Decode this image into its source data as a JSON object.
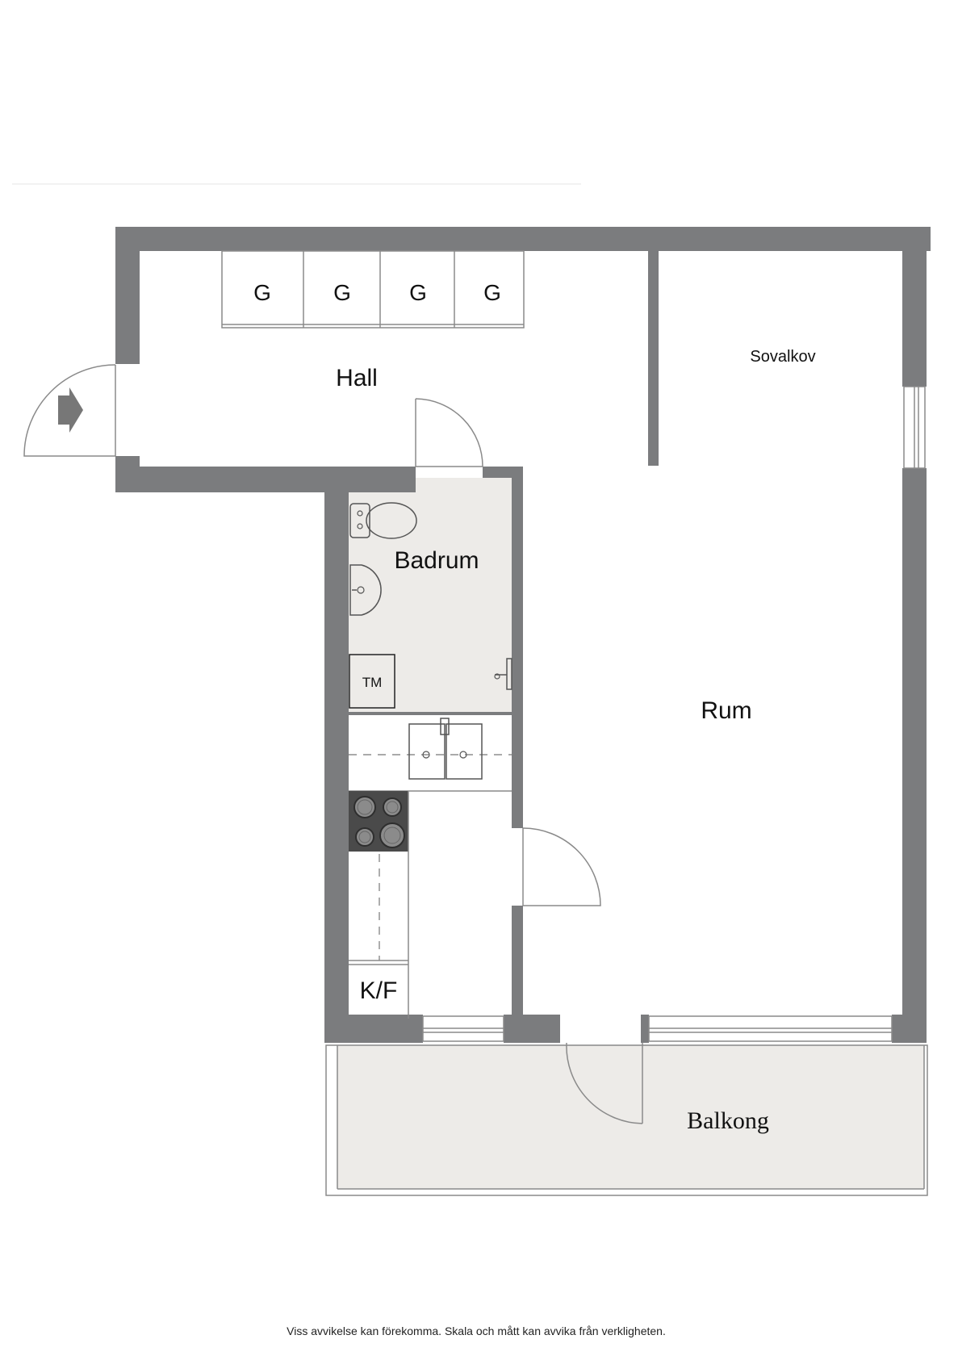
{
  "rooms": {
    "hall": "Hall",
    "sovalkov": "Sovalkov",
    "badrum": "Badrum",
    "rum": "Rum",
    "balkong": "Balkong"
  },
  "fixtures": {
    "wardrobes": [
      "G",
      "G",
      "G",
      "G"
    ],
    "washing_machine": "TM",
    "fridge_freezer": "K/F"
  },
  "footer": {
    "disclaimer": "Viss avvikelse kan förekomma. Skala och mått kan avvika från verkligheten."
  },
  "colors": {
    "wall": "#7b7c7e",
    "floor_tint": "#edebe8"
  }
}
